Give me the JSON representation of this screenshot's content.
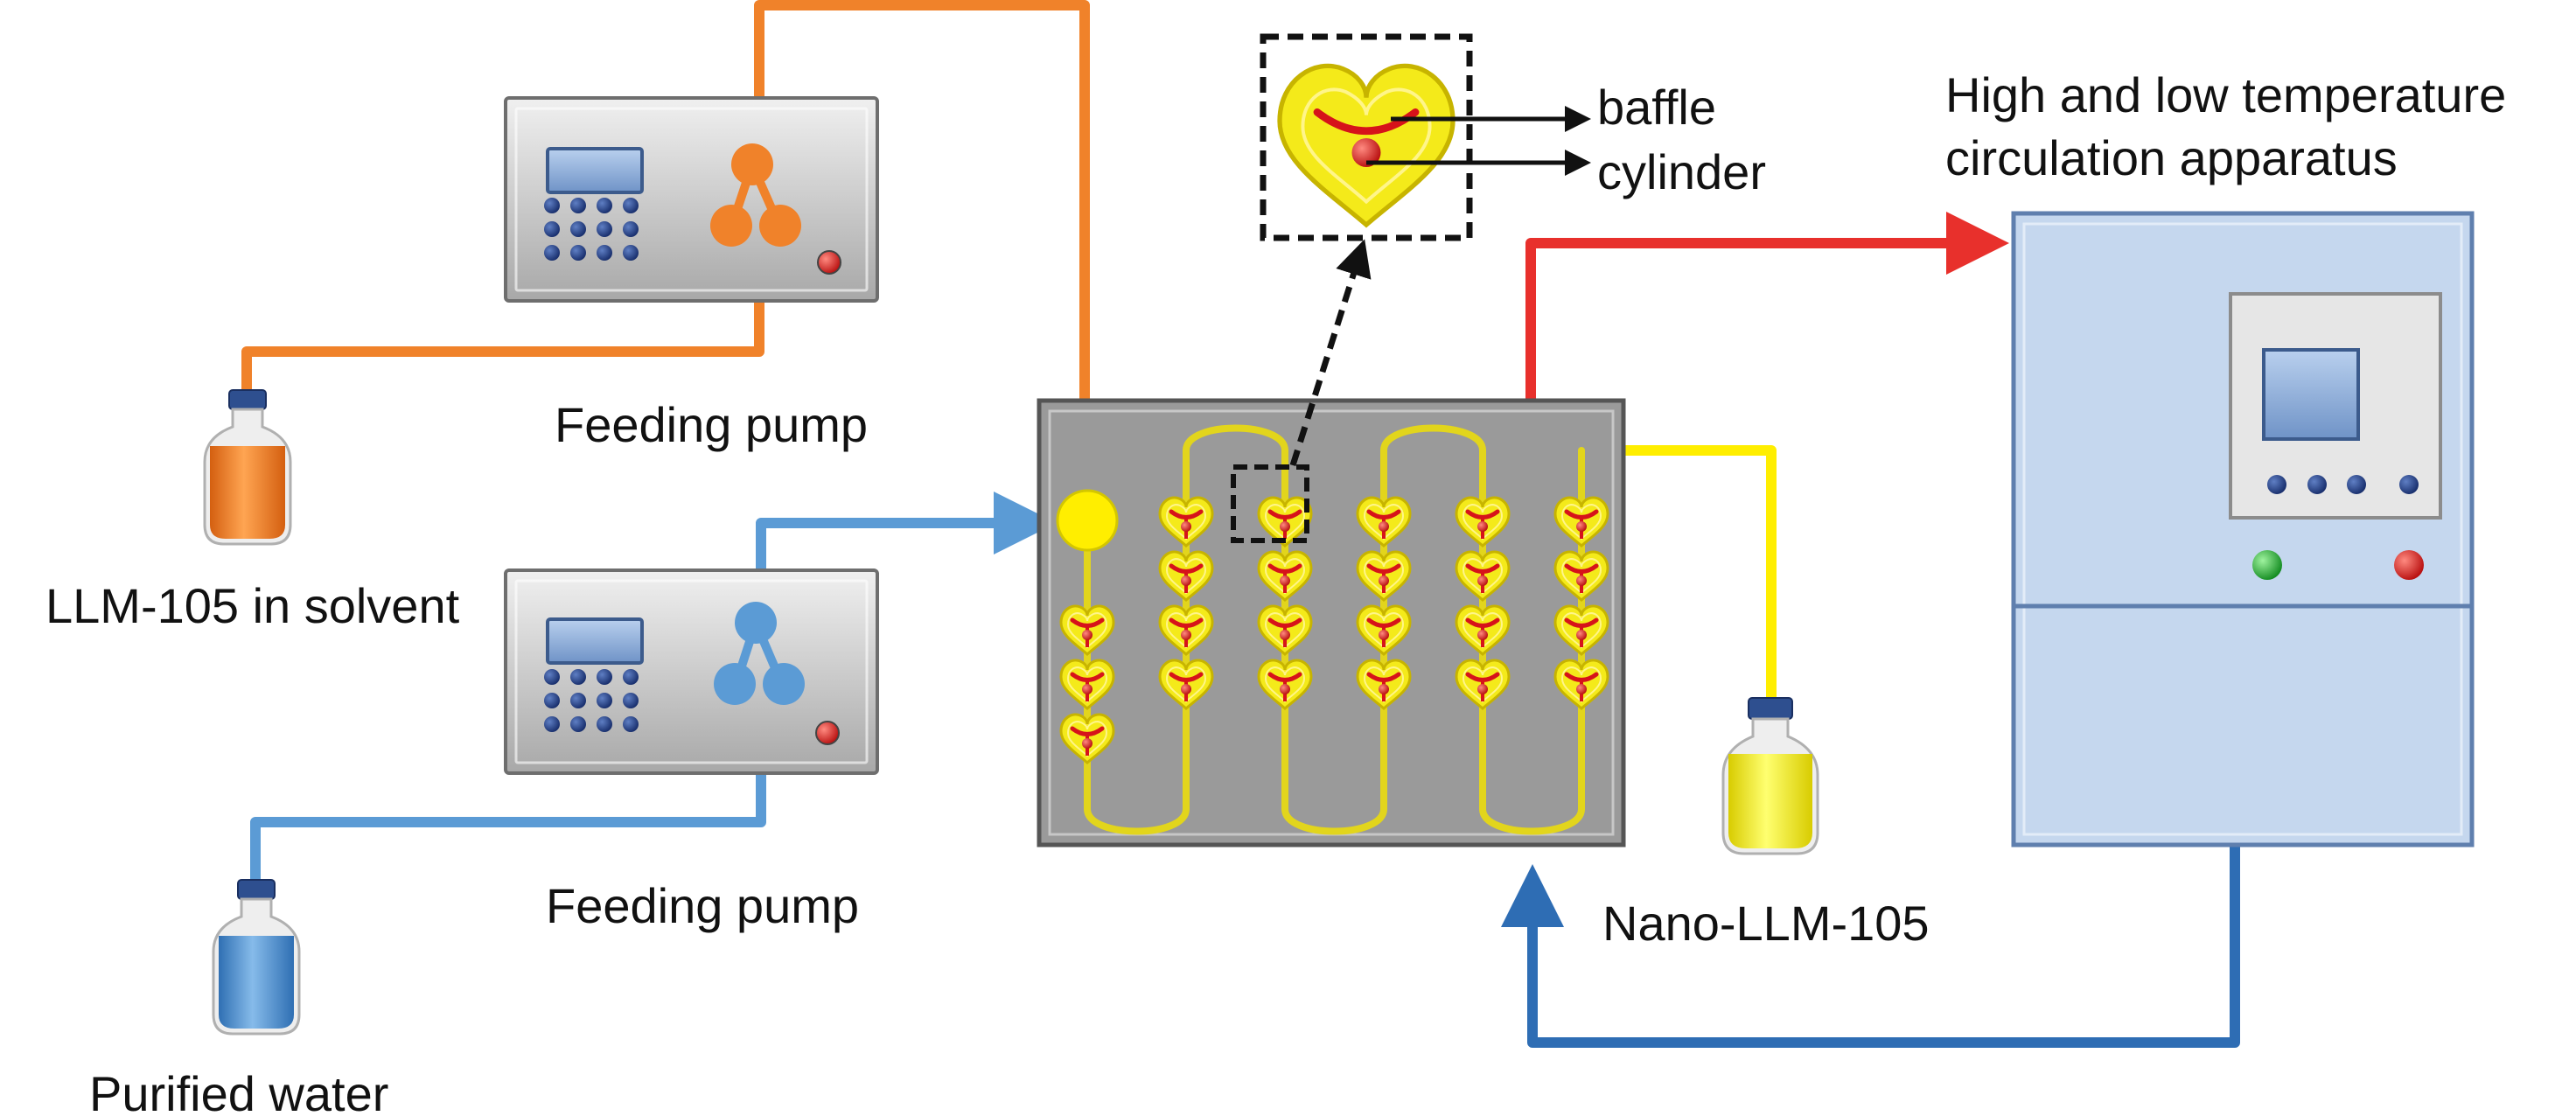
{
  "labels": {
    "solvent_bottle": "LLM-105 in solvent",
    "water_bottle": "Purified water",
    "pump_top": "Feeding pump",
    "pump_bottom": "Feeding pump",
    "product_bottle": "Nano-LLM-105",
    "apparatus_line1": "High and low temperature",
    "apparatus_line2": "circulation apparatus",
    "baffle": "baffle",
    "cylinder": "cylinder"
  },
  "colors": {
    "orange": "#f0822a",
    "blue": "#5b9bd5",
    "yellow": "#ffee00",
    "red": "#e8302c",
    "dark_blue": "#2e6db4",
    "reactor_gray": "#9a9a9a",
    "apparatus_blue": "#c5d7ee"
  },
  "icons": {
    "pump": "peristaltic-pump-icon",
    "bottle": "reagent-bottle-icon",
    "heart_unit": "heart-shaped-mixer-icon",
    "keypad": "keypad-icon"
  },
  "reactor": {
    "columns": 6,
    "rows": 4
  }
}
